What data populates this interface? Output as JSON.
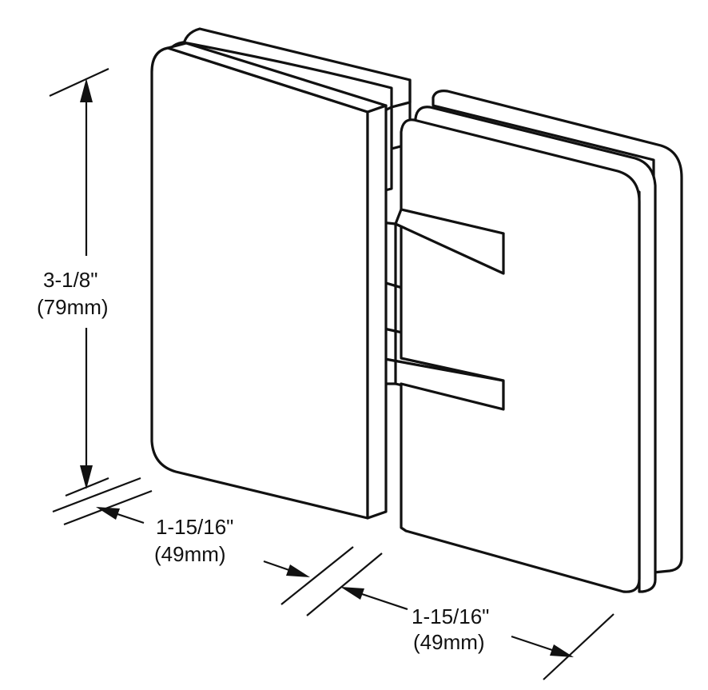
{
  "diagram": {
    "colors": {
      "line": "#111111",
      "background": "#ffffff"
    },
    "dimensions": {
      "height": {
        "imperial": "3-1/8\"",
        "metric": "(79mm)"
      },
      "left_width": {
        "imperial": "1-15/16\"",
        "metric": "(49mm)"
      },
      "right_width": {
        "imperial": "1-15/16\"",
        "metric": "(49mm)"
      }
    }
  }
}
